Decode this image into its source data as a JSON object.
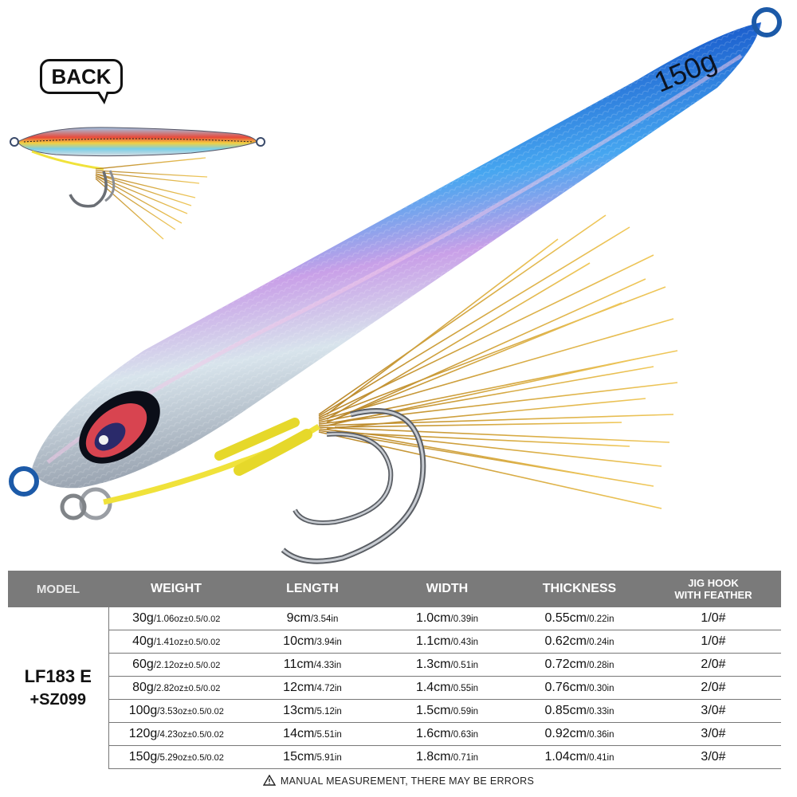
{
  "bubble_label": "BACK",
  "lure_weight_stamp": "150g",
  "icons": {
    "warning": "warning-triangle-icon"
  },
  "colors": {
    "header_bg": "#7a7a7a",
    "lure_blue": "#1e6fd6",
    "feather_gold": "#d8a72c",
    "thread_yellow": "#f0e23a"
  },
  "table": {
    "headers": {
      "model": "MODEL",
      "weight": "WEIGHT",
      "length": "LENGTH",
      "width": "WIDTH",
      "thickness": "THICKNESS",
      "hook_line1": "JIG HOOK",
      "hook_line2": "WITH FEATHER"
    },
    "model": {
      "line1": "LF183 E",
      "line2": "+SZ099"
    },
    "rows": [
      {
        "weight_g": "30g",
        "weight_oz": "/1.06oz",
        "tolerance": "±0.5/0.02",
        "length_cm": "9cm",
        "length_in": "/3.54in",
        "width_cm": "1.0cm",
        "width_in": "/0.39in",
        "thick_cm": "0.55cm",
        "thick_in": "/0.22in",
        "hook": "1/0#"
      },
      {
        "weight_g": "40g",
        "weight_oz": "/1.41oz",
        "tolerance": "±0.5/0.02",
        "length_cm": "10cm",
        "length_in": "/3.94in",
        "width_cm": "1.1cm",
        "width_in": "/0.43in",
        "thick_cm": "0.62cm",
        "thick_in": "/0.24in",
        "hook": "1/0#"
      },
      {
        "weight_g": "60g",
        "weight_oz": "/2.12oz",
        "tolerance": "±0.5/0.02",
        "length_cm": "11cm",
        "length_in": "/4.33in",
        "width_cm": "1.3cm",
        "width_in": "/0.51in",
        "thick_cm": "0.72cm",
        "thick_in": "/0.28in",
        "hook": "2/0#"
      },
      {
        "weight_g": "80g",
        "weight_oz": "/2.82oz",
        "tolerance": "±0.5/0.02",
        "length_cm": "12cm",
        "length_in": "/4.72in",
        "width_cm": "1.4cm",
        "width_in": "/0.55in",
        "thick_cm": "0.76cm",
        "thick_in": "/0.30in",
        "hook": "2/0#"
      },
      {
        "weight_g": "100g",
        "weight_oz": "/3.53oz",
        "tolerance": "±0.5/0.02",
        "length_cm": "13cm",
        "length_in": "/5.12in",
        "width_cm": "1.5cm",
        "width_in": "/0.59in",
        "thick_cm": "0.85cm",
        "thick_in": "/0.33in",
        "hook": "3/0#"
      },
      {
        "weight_g": "120g",
        "weight_oz": "/4.23oz",
        "tolerance": "±0.5/0.02",
        "length_cm": "14cm",
        "length_in": "/5.51in",
        "width_cm": "1.6cm",
        "width_in": "/0.63in",
        "thick_cm": "0.92cm",
        "thick_in": "/0.36in",
        "hook": "3/0#"
      },
      {
        "weight_g": "150g",
        "weight_oz": "/5.29oz",
        "tolerance": "±0.5/0.02",
        "length_cm": "15cm",
        "length_in": "/5.91in",
        "width_cm": "1.8cm",
        "width_in": "/0.71in",
        "thick_cm": "1.04cm",
        "thick_in": "/0.41in",
        "hook": "3/0#"
      }
    ]
  },
  "note": "MANUAL MEASUREMENT, THERE MAY BE ERRORS"
}
